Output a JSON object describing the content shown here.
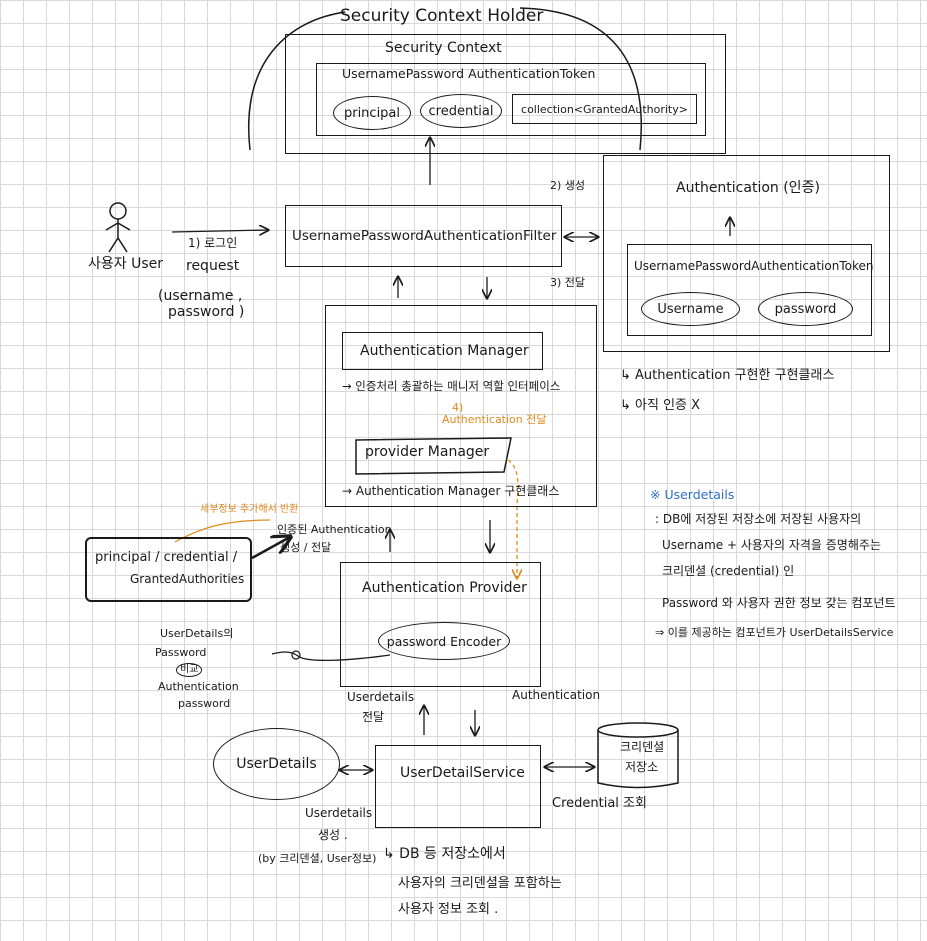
{
  "holder": {
    "title": "Security Context Holder",
    "context_title": "Security Context",
    "token_title": "UsernamePassword AuthenticationToken",
    "principal": "principal",
    "credential": "credential",
    "collection": "collection<GrantedAuthority>"
  },
  "user": {
    "label": "사용자 User"
  },
  "request": {
    "step": "1) 로그인",
    "label": "request",
    "params_line1": "(username ,",
    "params_line2": "password )"
  },
  "filter": {
    "label": "UsernamePasswordAuthenticationFilter",
    "step_create": "2) 생성",
    "step_forward": "3) 전달"
  },
  "authentication": {
    "title": "Authentication (인증)",
    "token_label": "UsernamePasswordAuthenticationToken",
    "username": "Username",
    "password": "password",
    "note1": "↳ Authentication 구현한 구현클래스",
    "note2": "↳ 아직 인증 X"
  },
  "manager": {
    "label": "Authentication Manager",
    "desc": "→ 인증처리 총괄하는 매니저 역할 인터페이스",
    "step4_num": "4)",
    "step4_label": "Authentication 전달",
    "provider_label": "provider Manager",
    "impl_note": "→ Authentication Manager 구현클래스"
  },
  "principal_box": {
    "line1": "principal / credential /",
    "line2": "GrantedAuthorities",
    "note_orange": "세부정보 추가해서 반환",
    "note_line1": "인증된 Authentication",
    "note_line2": "생성 / 전달"
  },
  "provider": {
    "label": "Authentication Provider",
    "encoder": "password Encoder",
    "compare_line1": "UserDetails의",
    "compare_line2": "Password",
    "compare_line3": "비교",
    "compare_line4": "Authentication",
    "compare_line5": "password"
  },
  "flow": {
    "userdetails_line1": "Userdetails",
    "userdetails_line2": "전달",
    "authentication_label": "Authentication"
  },
  "service": {
    "label": "UserDetailService",
    "userdetails": "UserDetails",
    "create_line1": "Userdetails",
    "create_line2": "생성 .",
    "create_line3": "(by 크리덴셜, User정보)",
    "credential_lookup": "Credential 조회",
    "store_line1": "크리덴셜",
    "store_line2": "저장소",
    "db_line1": "↳ DB 등 저장소에서",
    "db_line2": "사용자의 크리덴셜을 포함하는",
    "db_line3": "사용자 정보 조회 ."
  },
  "userdetails_note": {
    "title": "※ Userdetails",
    "line1": ": DB에 저장된 저장소에 저장된 사용자의",
    "line2": "Username + 사용자의 자격을 증명해주는",
    "line3": "크리덴셜 (credential) 인",
    "line4": "Password 와  사용자 권한 정보 갖는 컴포넌트",
    "line5": "⇒ 이를 제공하는  컴포넌트가 UserDetailsService"
  },
  "colors": {
    "ink": "#1a1a1a",
    "orange": "#e08a1e",
    "blue": "#2f6fc4",
    "grid": "#d9d9d9"
  }
}
